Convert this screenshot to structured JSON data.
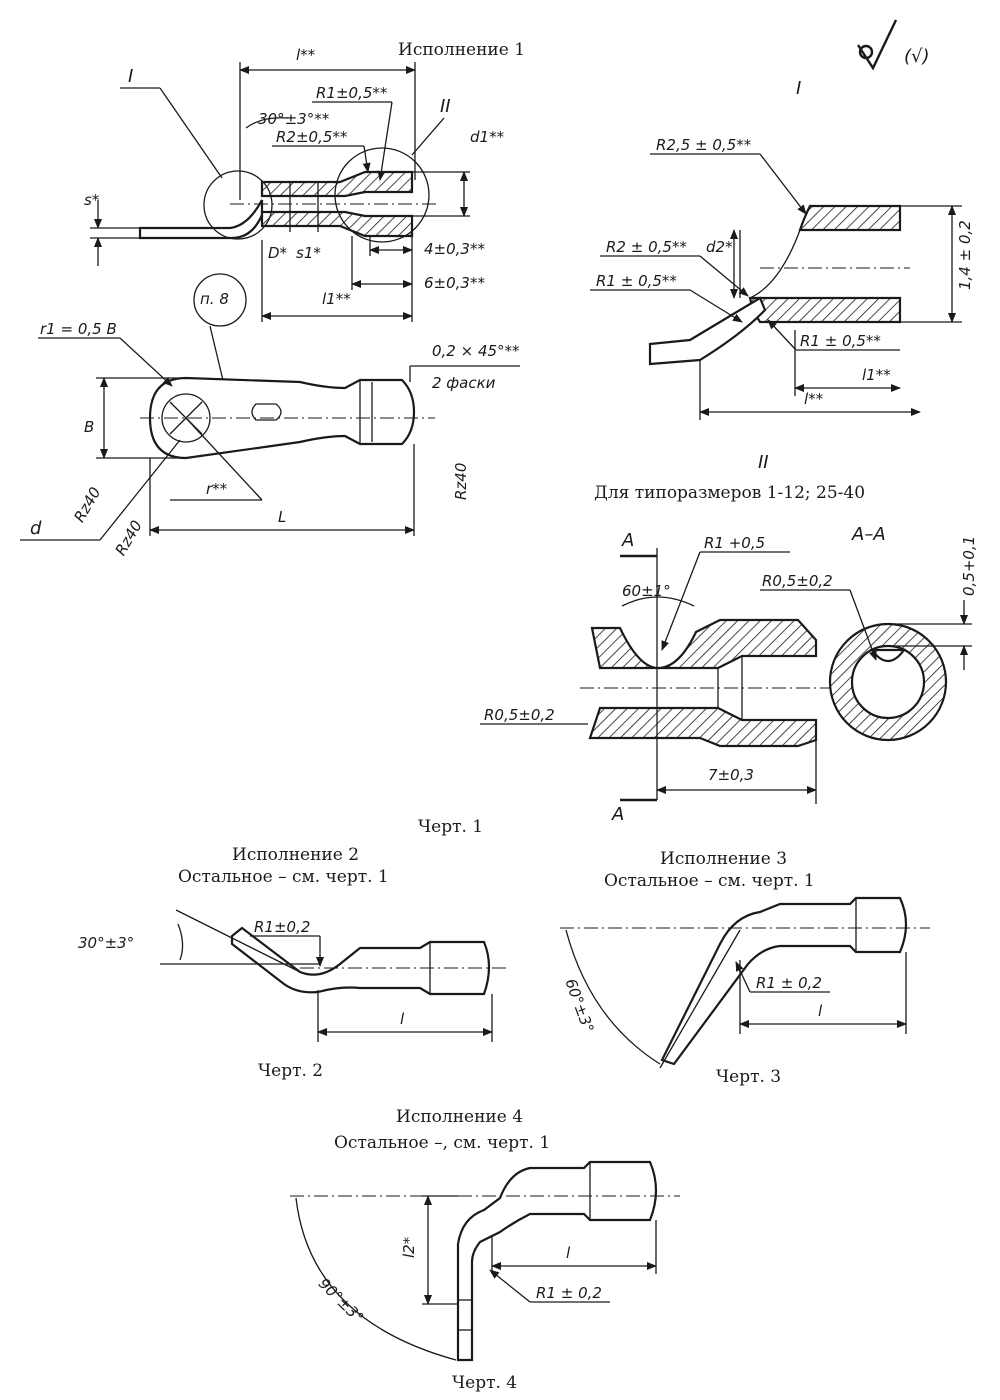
{
  "roughness": {
    "symbol": "√",
    "parenthesized": "(√)"
  },
  "views": {
    "isp1": {
      "title": "Исполнение 1",
      "caption": "Черт. 1"
    },
    "isp2": {
      "title": "Исполнение 2",
      "subtitle": "Остальное – см. черт. 1",
      "caption": "Черт. 2"
    },
    "isp3": {
      "title": "Исполнение 3",
      "subtitle": "Остальное – см. черт. 1",
      "caption": "Черт. 3"
    },
    "isp4": {
      "title": "Исполнение 4",
      "subtitle": "Остальное –, см. черт. 1",
      "caption": "Черт. 4"
    },
    "detail1": {
      "title": "I"
    },
    "detail2": {
      "title": "II",
      "subtitle": "Для типоразмеров 1-12; 25-40"
    },
    "section": {
      "title": "А–А",
      "cut_mark": "А"
    }
  },
  "dims": {
    "main": {
      "l": "l**",
      "l1": "l1**",
      "s": "s*",
      "s1": "s1*",
      "D": "D*",
      "d1": "d1**",
      "angle": "30°±3°**",
      "r1_top": "R1±0,5**",
      "r2": "R2±0,5**",
      "d4": "4±0,3**",
      "d6": "6±0,3**",
      "ref_I": "I",
      "ref_II": "II"
    },
    "plan": {
      "r1": "r1 = 0,5 B",
      "B": "B",
      "L": "L",
      "r": "r**",
      "d": "d",
      "rz1": "Rz40",
      "rz2": "Rz40",
      "rz3": "Rz40",
      "chamfer": "0,2 × 45°**",
      "chamfer_note": "2 фаски",
      "note": "п. 8"
    },
    "detail1": {
      "r25": "R2,5 ± 0,5**",
      "r2": "R2 ± 0,5**",
      "r1a": "R1 ± 0,5**",
      "r1b": "R1 ± 0,5**",
      "d2": "d2*",
      "h": "1,4 ± 0,2",
      "l1": "l1**",
      "l": "l**"
    },
    "detail2": {
      "r1": "R1 +0,5",
      "angle": "60±1°",
      "r05a": "R0,5±0,2",
      "r05b": "R0,5±0,2",
      "len": "7±0,3",
      "depth": "0,5+0,1"
    },
    "isp2": {
      "angle": "30°±3°",
      "r": "R1±0,2",
      "l": "l"
    },
    "isp3": {
      "angle": "60°±3°",
      "r": "R1 ± 0,2",
      "l": "l"
    },
    "isp4": {
      "angle": "90°±3°",
      "r": "R1 ± 0,2",
      "l": "l",
      "l2": "l2*"
    }
  }
}
